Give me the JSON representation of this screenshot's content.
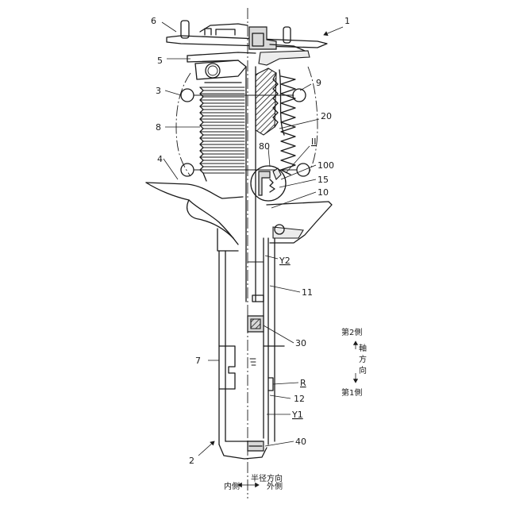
{
  "labels": {
    "n1": "1",
    "n2": "2",
    "n3": "3",
    "n4": "4",
    "n5": "5",
    "n6": "6",
    "n7": "7",
    "n8": "8",
    "n9": "9",
    "n10": "10",
    "n11": "11",
    "n12": "12",
    "n15": "15",
    "n20": "20",
    "n30": "30",
    "n40": "40",
    "n80": "80",
    "n100": "100",
    "II": "II",
    "Y1": "Y1",
    "Y2": "Y2",
    "R": "R"
  },
  "axial": {
    "second_side": "第2側",
    "first_side": "第1側",
    "direction_chars": [
      "軸",
      "方",
      "向"
    ]
  },
  "radial": {
    "title": "半径方向",
    "inner": "内側",
    "outer": "外側"
  }
}
